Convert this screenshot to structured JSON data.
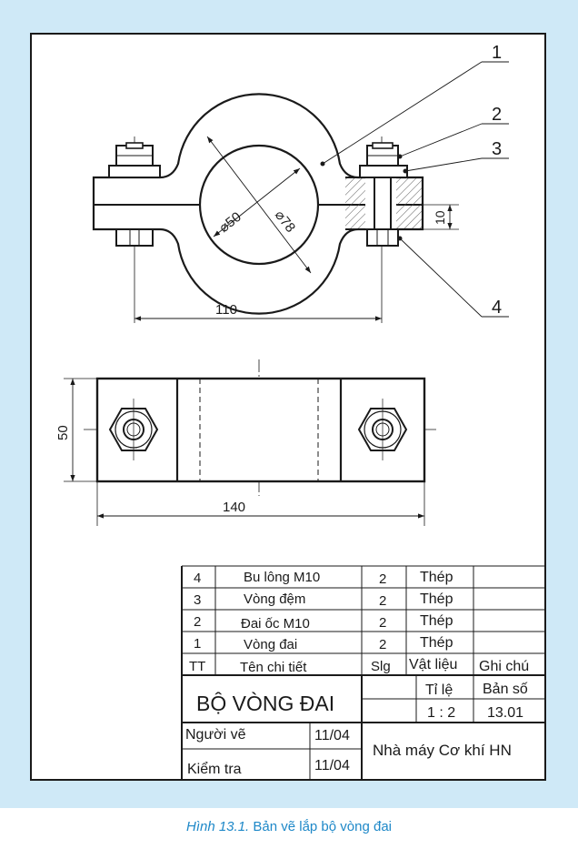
{
  "drawing": {
    "leader_labels": [
      "1",
      "2",
      "3",
      "4"
    ],
    "dimensions": {
      "diameter_inner": "⌀50",
      "diameter_outer": "⌀78",
      "thickness": "10",
      "front_length": "110",
      "top_width": "50",
      "top_length": "140"
    }
  },
  "parts_list": {
    "rows": [
      {
        "tt": "4",
        "name": "Bu lông M10",
        "qty": "2",
        "material": "Thép",
        "note": ""
      },
      {
        "tt": "3",
        "name": "Vòng đệm",
        "qty": "2",
        "material": "Thép",
        "note": ""
      },
      {
        "tt": "2",
        "name": "Đai ốc M10",
        "qty": "2",
        "material": "Thép",
        "note": ""
      },
      {
        "tt": "1",
        "name": "Vòng đai",
        "qty": "2",
        "material": "Thép",
        "note": ""
      }
    ],
    "header": {
      "tt": "TT",
      "name": "Tên chi tiết",
      "qty": "Slg",
      "material": "Vật liệu",
      "note": "Ghi chú"
    }
  },
  "title_block": {
    "title": "BỘ VÒNG ĐAI",
    "scale_label": "Tỉ lệ",
    "scale_value": "1 : 2",
    "drawing_no_label": "Bản số",
    "drawing_no_value": "13.01",
    "drawn_by_label": "Người vẽ",
    "drawn_date": "11/04",
    "checked_by_label": "Kiểm tra",
    "checked_date": "11/04",
    "company": "Nhà máy Cơ khí HN"
  },
  "caption": {
    "figure": "Hình 13.1.",
    "text": "Bản vẽ lắp bộ vòng đai"
  }
}
